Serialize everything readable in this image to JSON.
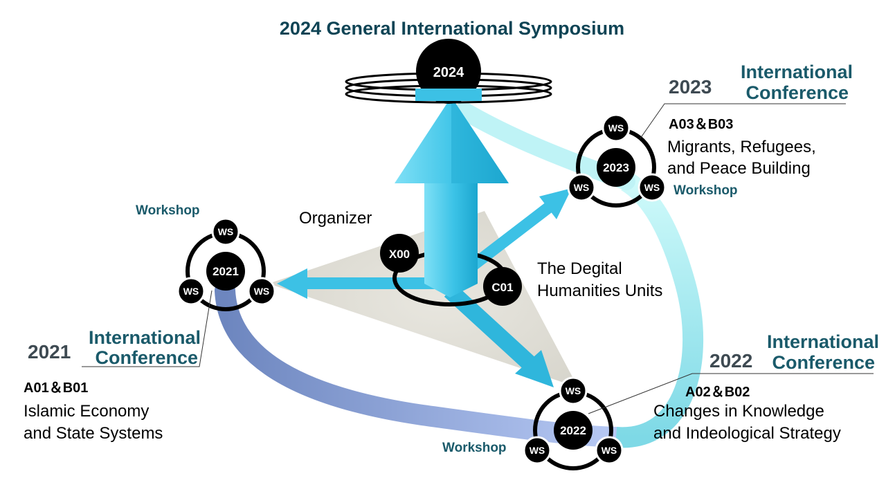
{
  "title": "2024 General International Symposium",
  "symposium_node": "2024",
  "organizer_label": "Organizer",
  "units_label": [
    "The Degital",
    "Humanities Units"
  ],
  "unit_nodes": [
    "X00",
    "C01"
  ],
  "ws": "WS",
  "workshop": "Workshop",
  "conf_2021": {
    "node": "2021",
    "year": "2021",
    "heading": [
      "International",
      "Conference"
    ],
    "code": "A01＆B01",
    "topic": [
      "Islamic Economy",
      "and State Systems"
    ]
  },
  "conf_2022": {
    "node": "2022",
    "year": "2022",
    "heading": [
      "International",
      "Conference"
    ],
    "code": "A02＆B02",
    "topic": [
      "Changes in Knowledge",
      "and Indeological Strategy"
    ]
  },
  "conf_2023": {
    "node": "2023",
    "year": "2023",
    "heading": [
      "International",
      "Conference"
    ],
    "code": "A03＆B03",
    "topic": [
      "Migrants, Refugees,",
      "and Peace Building"
    ]
  },
  "colors": {
    "title": "#0f4455",
    "arrow": "#2bb8dd",
    "path_2021": "#7f95cf",
    "path_2023": "#a8eeee",
    "node": "#000000"
  }
}
